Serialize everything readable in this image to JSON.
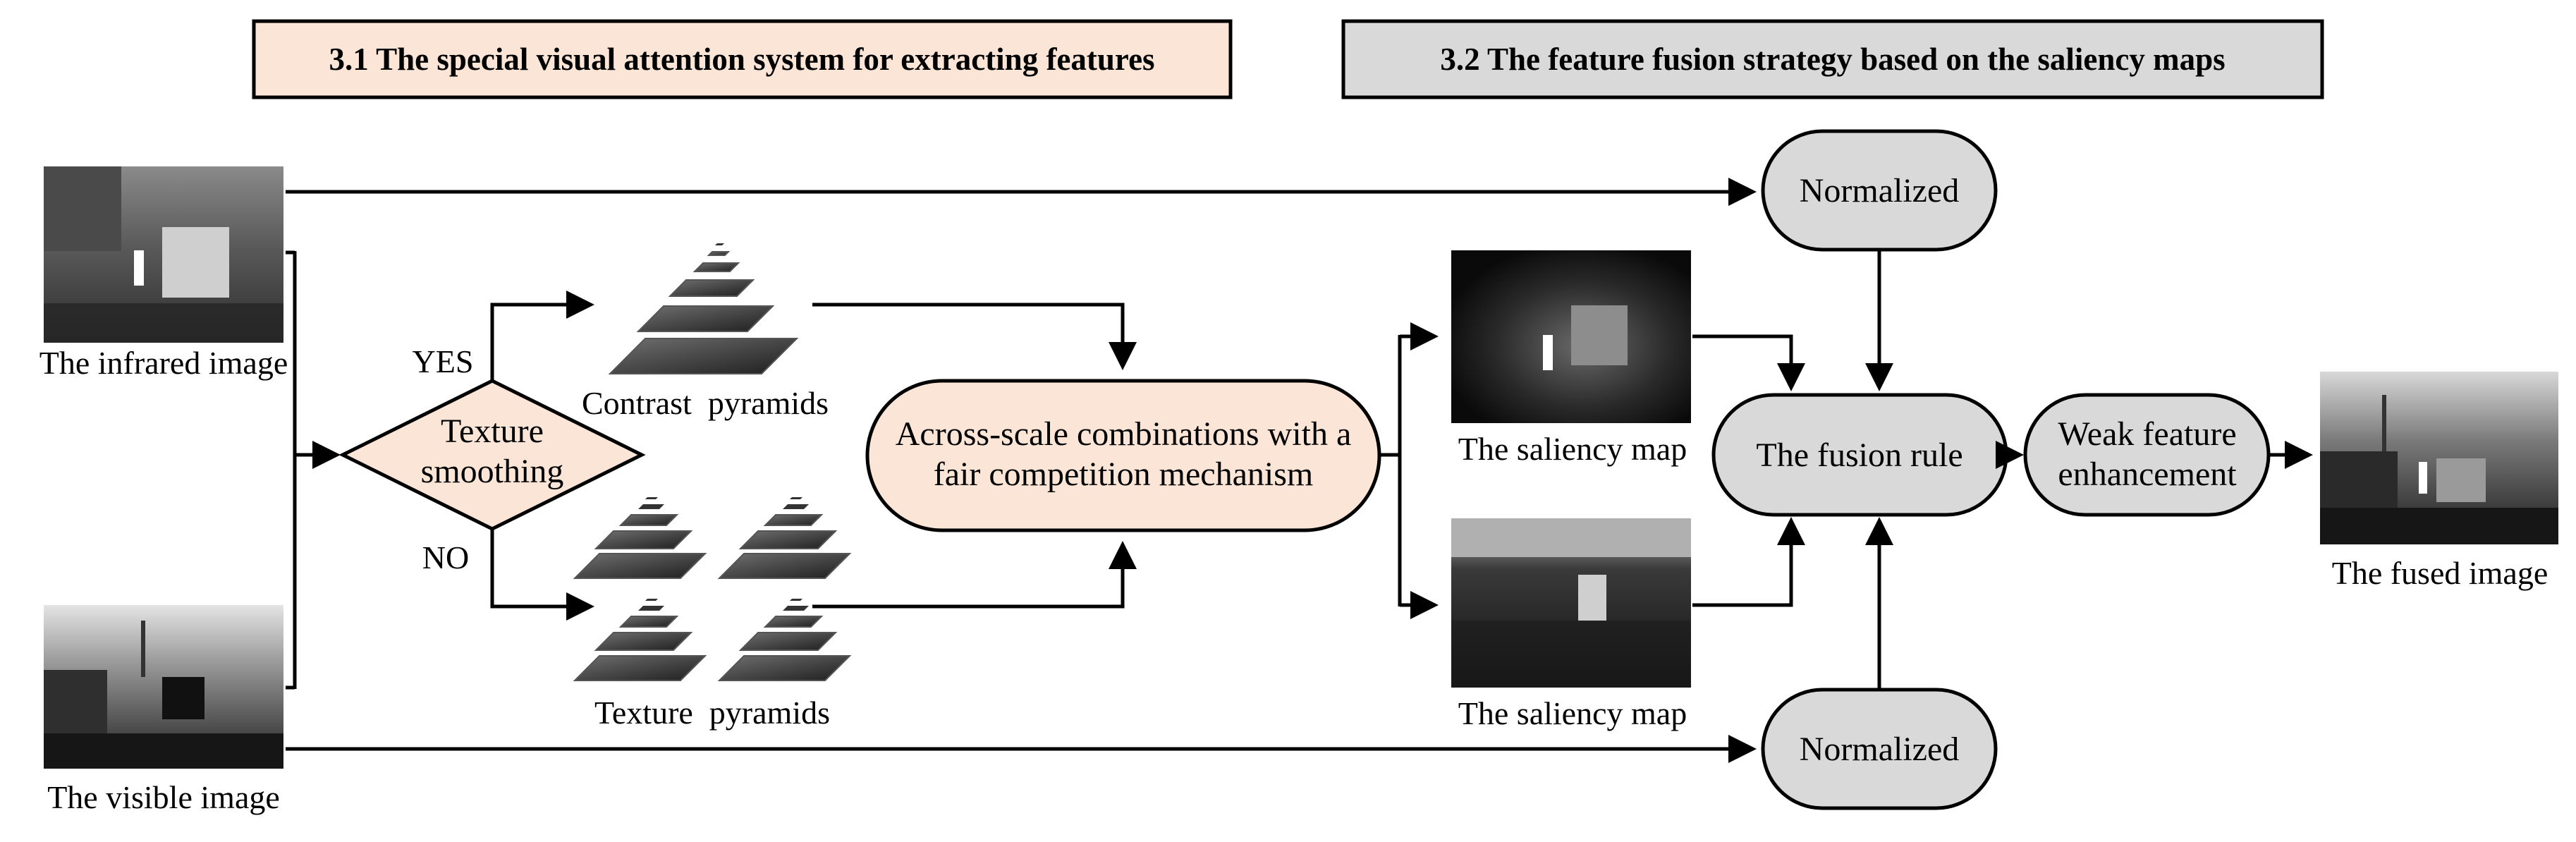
{
  "headers": {
    "left": "3.1 The special visual attention system for extracting features",
    "right": "3.2 The feature fusion strategy based on the saliency maps"
  },
  "images": {
    "infrared": "The infrared image",
    "visible": "The visible image",
    "saliency_top": "The saliency map",
    "saliency_bottom": "The saliency map",
    "fused": "The fused image"
  },
  "branches": {
    "yes": "YES",
    "no": "NO"
  },
  "pyramids": {
    "contrast": "Contrast  pyramids",
    "texture": "Texture  pyramids"
  },
  "nodes": {
    "texture_smoothing": [
      "Texture",
      "smoothing"
    ],
    "across_scale": [
      "Across-scale combinations with a",
      "fair competition mechanism"
    ],
    "normalized_top": "Normalized",
    "normalized_bottom": "Normalized",
    "fusion_rule": "The fusion rule",
    "weak_feature": [
      "Weak feature",
      "enhancement"
    ]
  },
  "colors": {
    "left_header_fill": "#fbe5d6",
    "right_header_fill": "#d9d9d9",
    "peach_node_fill": "#fbe5d6",
    "gray_node_fill": "#d9d9d9",
    "stroke": "#000000"
  }
}
